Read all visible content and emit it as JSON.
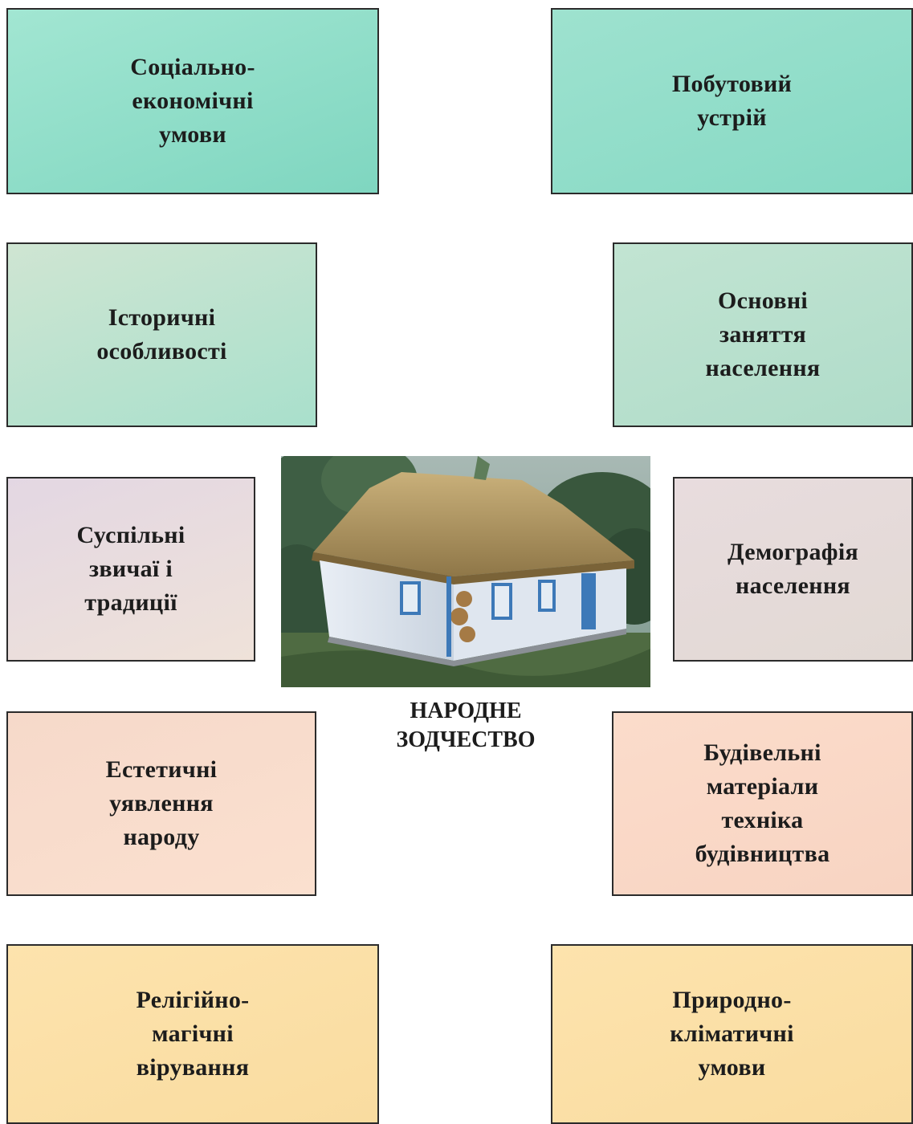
{
  "center": {
    "caption": "НАРОДНЕ\nЗОДЧЕСТВО",
    "photo_subject": "house-photo"
  },
  "boxes": {
    "social_economic": {
      "label": "Соціально-\nекономічні\nумови",
      "color": "#8fdcc7"
    },
    "household": {
      "label": "Побутовий\nустрій",
      "color": "#8fdcc7"
    },
    "historical": {
      "label": "Історичні\nособливості",
      "color": "#b9e2ce"
    },
    "occupations": {
      "label": "Основні\nзаняття\nнаселення",
      "color": "#b9e2ce"
    },
    "customs": {
      "label": "Суспільні\nзвичаї і\nтрадиції",
      "color": "#e8dde0"
    },
    "demography": {
      "label": "Демографія\nнаселення",
      "color": "#e6dcda"
    },
    "aesthetic": {
      "label": "Естетичні\nуявлення\nнароду",
      "color": "#fadcc8"
    },
    "materials": {
      "label": "Будівельні\nматеріали\nтехніка\nбудівництва",
      "color": "#fadcc8"
    },
    "religious": {
      "label": "Релігійно-\nмагічні\nвірування",
      "color": "#fbe2a8"
    },
    "climate": {
      "label": "Природно-\nкліматичні\nумови",
      "color": "#fbe2a8"
    }
  }
}
